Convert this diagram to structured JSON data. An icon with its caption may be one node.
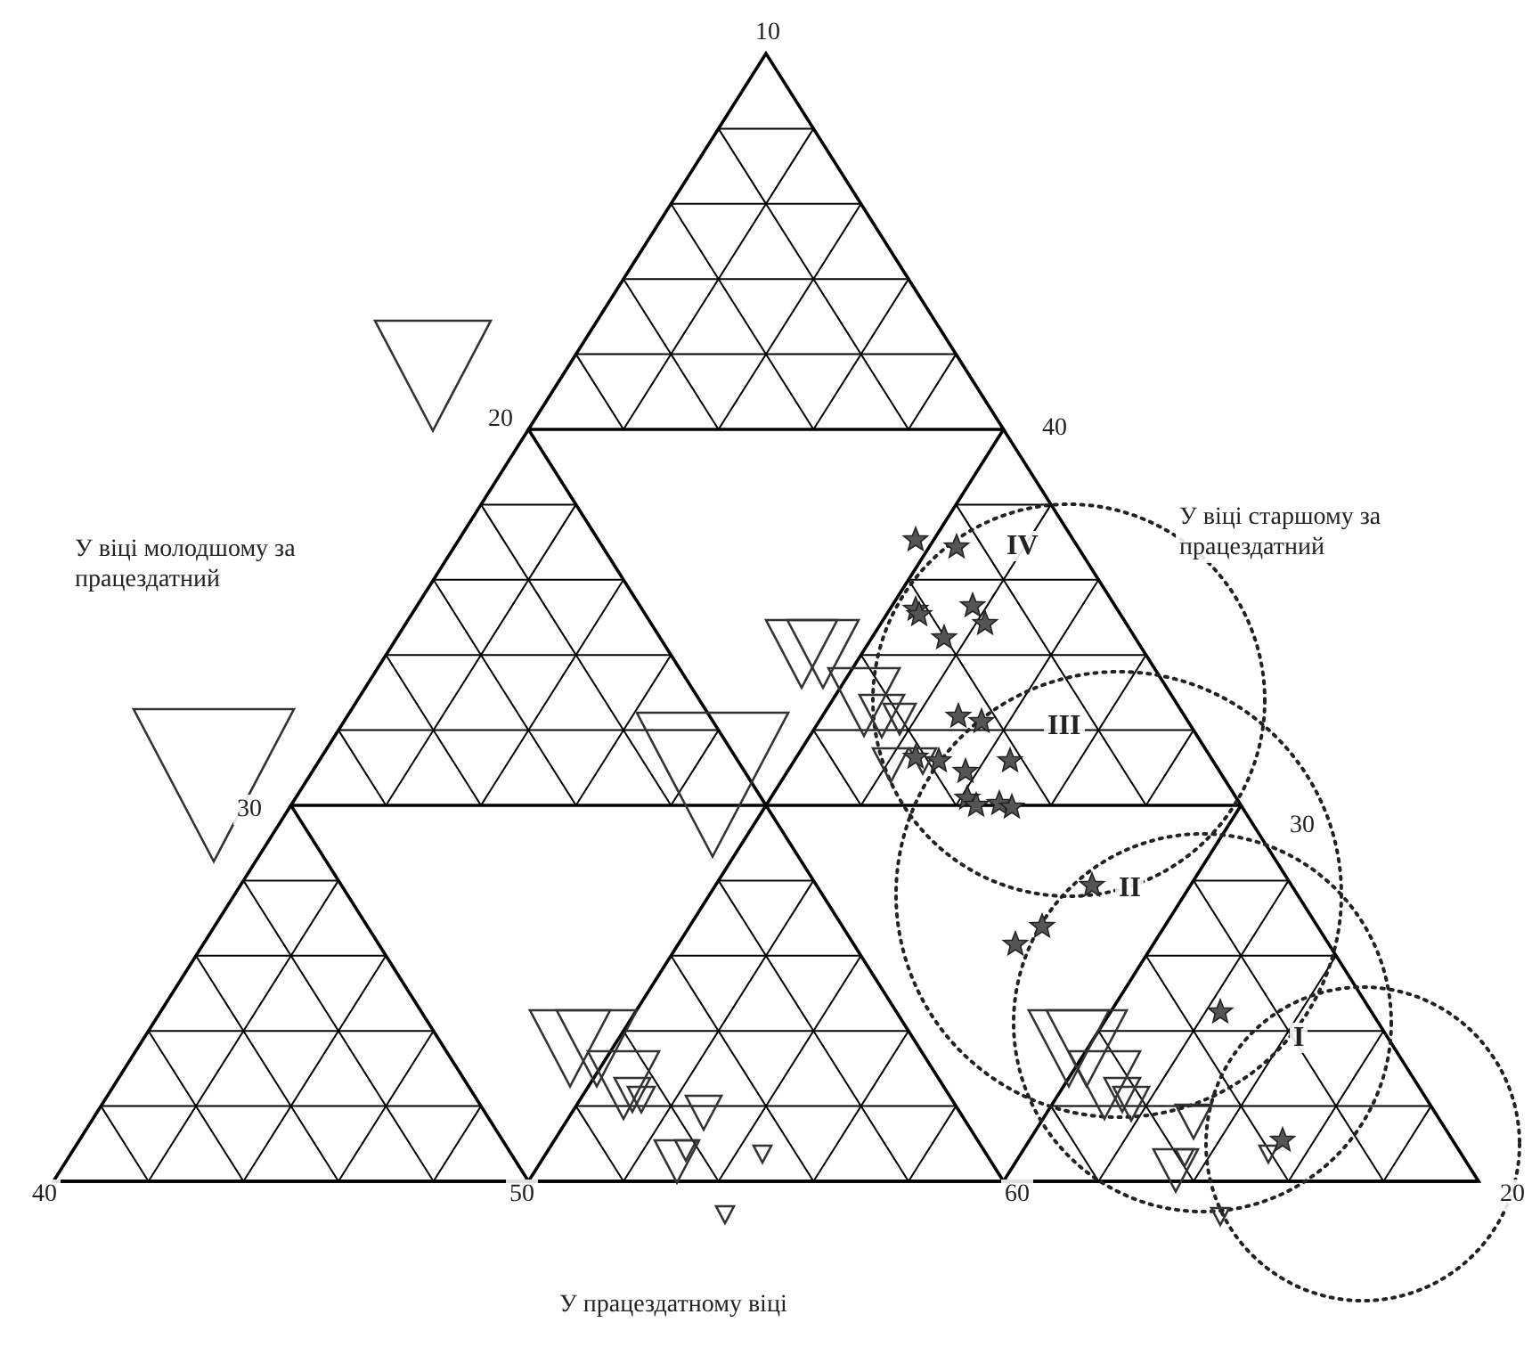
{
  "diagram": {
    "labels": [
      "10",
      "20",
      "40",
      "У віці молодшому за працездатний",
      "У віці старшому за працездатний",
      "IV",
      "III",
      "30",
      "30",
      "II",
      "I",
      "40",
      "50",
      "60",
      "20",
      "У працездатному віці"
    ]
  }
}
